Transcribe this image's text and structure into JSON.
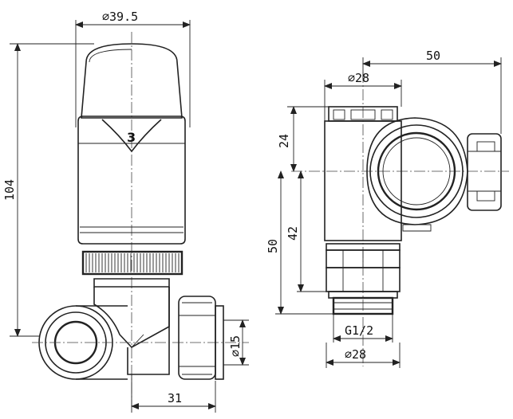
{
  "left_view": {
    "dim_top_diameter": "∅39.5",
    "dim_height": "104",
    "dim_pipe_diameter": "∅15",
    "dim_width": "31",
    "head_setting": "3"
  },
  "right_view": {
    "dim_top_diameter": "∅28",
    "dim_offset": "50",
    "dim_upper": "24",
    "dim_mid": "42",
    "dim_lower": "50",
    "dim_thread": "G1/2",
    "dim_bottom_diameter": "∅28"
  }
}
